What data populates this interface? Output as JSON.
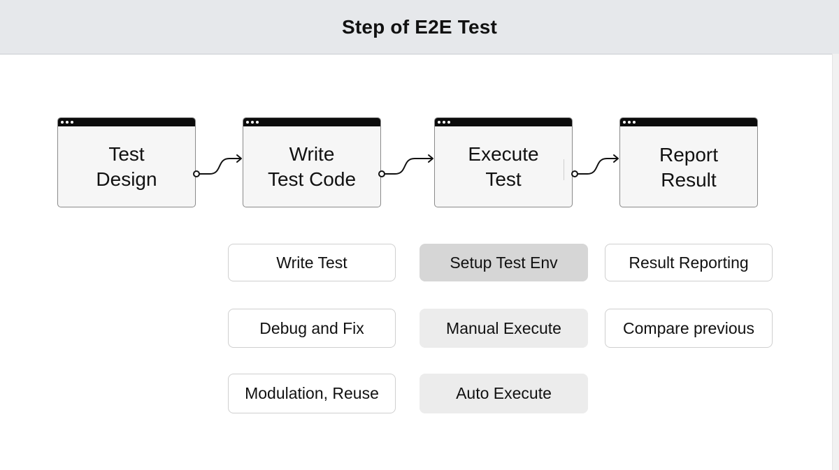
{
  "header": {
    "title": "Step of E2E Test"
  },
  "steps": [
    {
      "label": "Test\nDesign"
    },
    {
      "label": "Write\nTest Code"
    },
    {
      "label": "Execute\nTest"
    },
    {
      "label": "Report\nResult"
    }
  ],
  "tasks": {
    "write_code": [
      "Write Test",
      "Debug and Fix",
      "Modulation, Reuse"
    ],
    "execute": [
      "Setup Test Env",
      "Manual Execute",
      "Auto Execute"
    ],
    "report": [
      "Result Reporting",
      "Compare previous"
    ]
  },
  "selected_task": "Setup Test Env",
  "colors": {
    "header_bg": "#e6e8eb",
    "step_titlebar": "#0c0c0c",
    "step_bg": "#f6f6f6",
    "task_filled": "#ececec",
    "task_selected": "#d6d6d6"
  }
}
